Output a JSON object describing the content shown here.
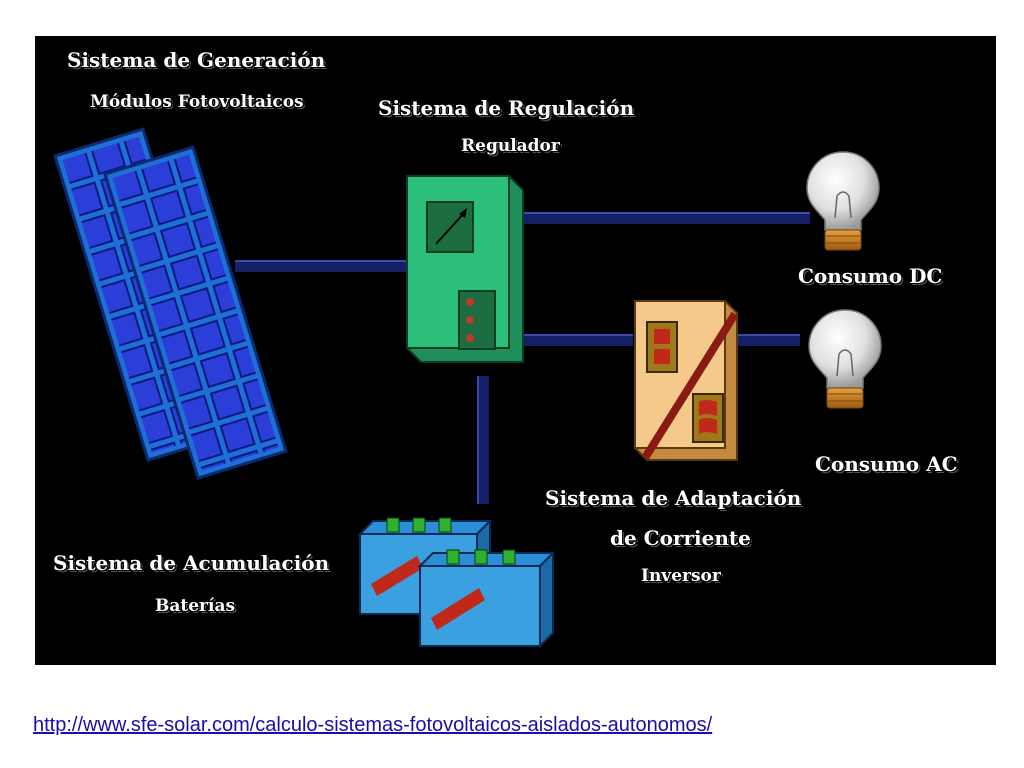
{
  "diagram": {
    "generation": {
      "title": "Sistema de Generación",
      "subtitle": "Módulos Fotovoltaicos"
    },
    "regulation": {
      "title": "Sistema de Regulación",
      "subtitle": "Regulador"
    },
    "consumption_dc": {
      "label": "Consumo DC"
    },
    "consumption_ac": {
      "label": "Consumo AC"
    },
    "adaptation": {
      "title_line1": "Sistema de Adaptación",
      "title_line2": "de Corriente",
      "subtitle": "Inversor"
    },
    "accumulation": {
      "title": "Sistema de Acumulación",
      "subtitle": "Baterías"
    }
  },
  "colors": {
    "background": "#000000",
    "panel": "#1e6fd6",
    "cell": "#2b3fd8",
    "regulator": "#2bbf7a",
    "inverter": "#f5c98a",
    "battery": "#2a8fd4",
    "wire": "#141f66"
  },
  "source": {
    "url": "http://www.sfe-solar.com/calculo-sistemas-fotovoltaicos-aislados-autonomos/"
  }
}
